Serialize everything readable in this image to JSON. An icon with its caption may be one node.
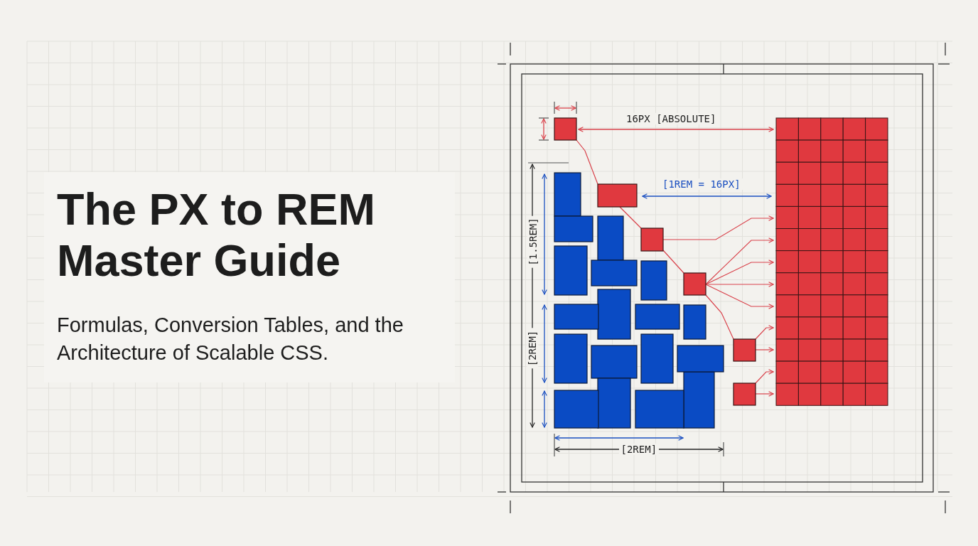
{
  "diagram": {
    "title": "The PX to REM Master Guide",
    "labels": [
      "Formulas, Conversion Tables, and the Architecture of Scalable CSS.",
      "16PX [ABSOLUTE]",
      "[1REM = 16PX]",
      "[1.5REM]",
      "[2REM]",
      "[2REM]"
    ]
  }
}
